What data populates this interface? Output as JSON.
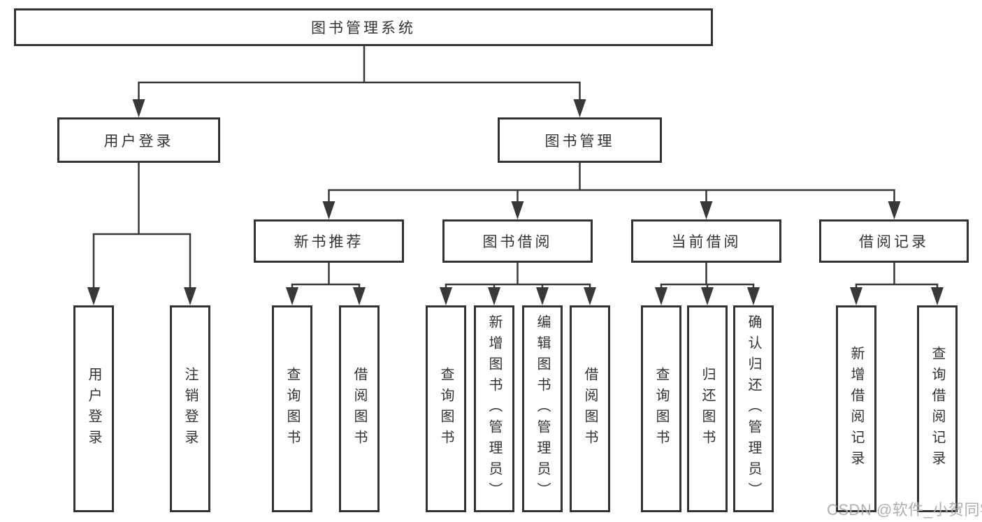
{
  "nodes": {
    "root": "图书管理系统",
    "user_login": "用户登录",
    "book_management": "图书管理",
    "new_book_recommend": "新书推荐",
    "book_borrow": "图书借阅",
    "current_borrow": "当前借阅",
    "borrow_record": "借阅记录",
    "leaf_user_login": "用户登录",
    "leaf_logout": "注销登录",
    "leaf_nb_query_book": "查询图书",
    "leaf_nb_borrow_book": "借阅图书",
    "leaf_bb_query_book": "查询图书",
    "leaf_bb_add_book": "新增图书（管理员）",
    "leaf_bb_edit_book": "编辑图书（管理员）",
    "leaf_bb_borrow_book": "借阅图书",
    "leaf_cb_query_book": "查询图书",
    "leaf_cb_return_book": "归还图书",
    "leaf_cb_confirm_return": "确认归还（管理员）",
    "leaf_br_add_record": "新增借阅记录",
    "leaf_br_query_record": "查询借阅记录"
  },
  "watermark": "CSDN @软件_小贺同学",
  "colors": {
    "line": "#383838",
    "box_border": "#333333",
    "text": "#333333",
    "background": "#ffffff",
    "watermark": "#ababab"
  }
}
